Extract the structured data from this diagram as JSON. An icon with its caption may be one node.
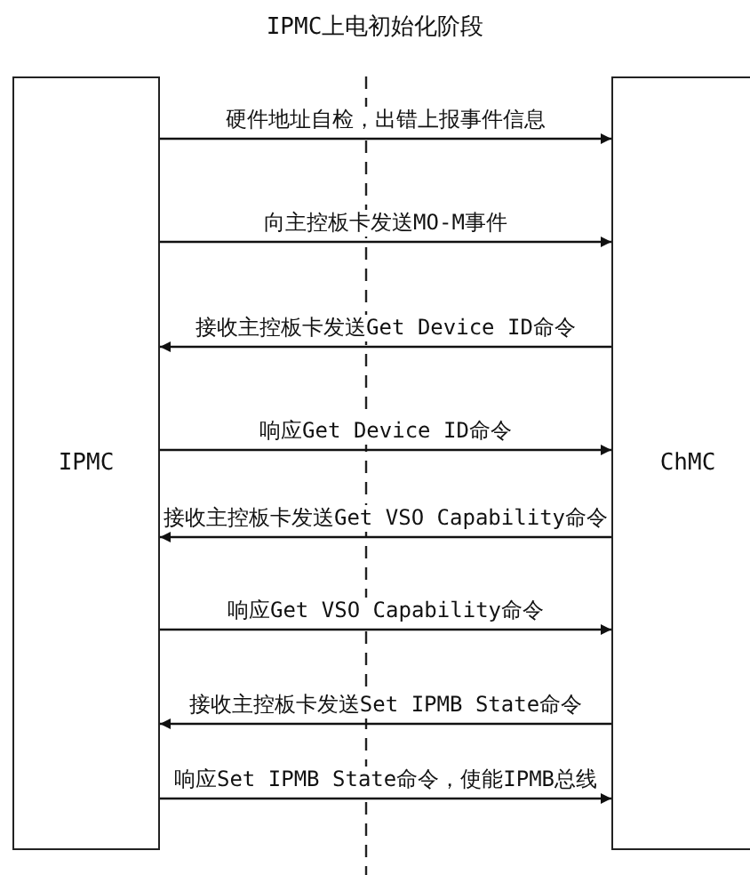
{
  "diagram": {
    "title": "IPMC上电初始化阶段",
    "nodes": [
      {
        "text": [
          "IPMC"
        ]
      },
      {
        "text": [
          "ChMC"
        ]
      }
    ],
    "edges": [
      {
        "from": 0,
        "to": 1,
        "arrow": "to",
        "label": "硬件地址自检，出错上报事件信息"
      },
      {
        "from": 0,
        "to": 1,
        "arrow": "to",
        "label": "向主控板卡发送MO-M事件"
      },
      {
        "from": 1,
        "to": 0,
        "arrow": "to",
        "label": "接收主控板卡发送Get Device ID命令"
      },
      {
        "from": 0,
        "to": 1,
        "arrow": "to",
        "label": "响应Get Device ID命令"
      },
      {
        "from": 1,
        "to": 0,
        "arrow": "to",
        "label": "接收主控板卡发送Get VSO Capability命令"
      },
      {
        "from": 0,
        "to": 1,
        "arrow": "to",
        "label": "响应Get VSO Capability命令"
      },
      {
        "from": 1,
        "to": 0,
        "arrow": "to",
        "label": "接收主控板卡发送Set IPMB State命令"
      },
      {
        "from": 0,
        "to": 1,
        "arrow": "to",
        "label": "响应Set IPMB State命令，使能IPMB总线"
      }
    ]
  }
}
